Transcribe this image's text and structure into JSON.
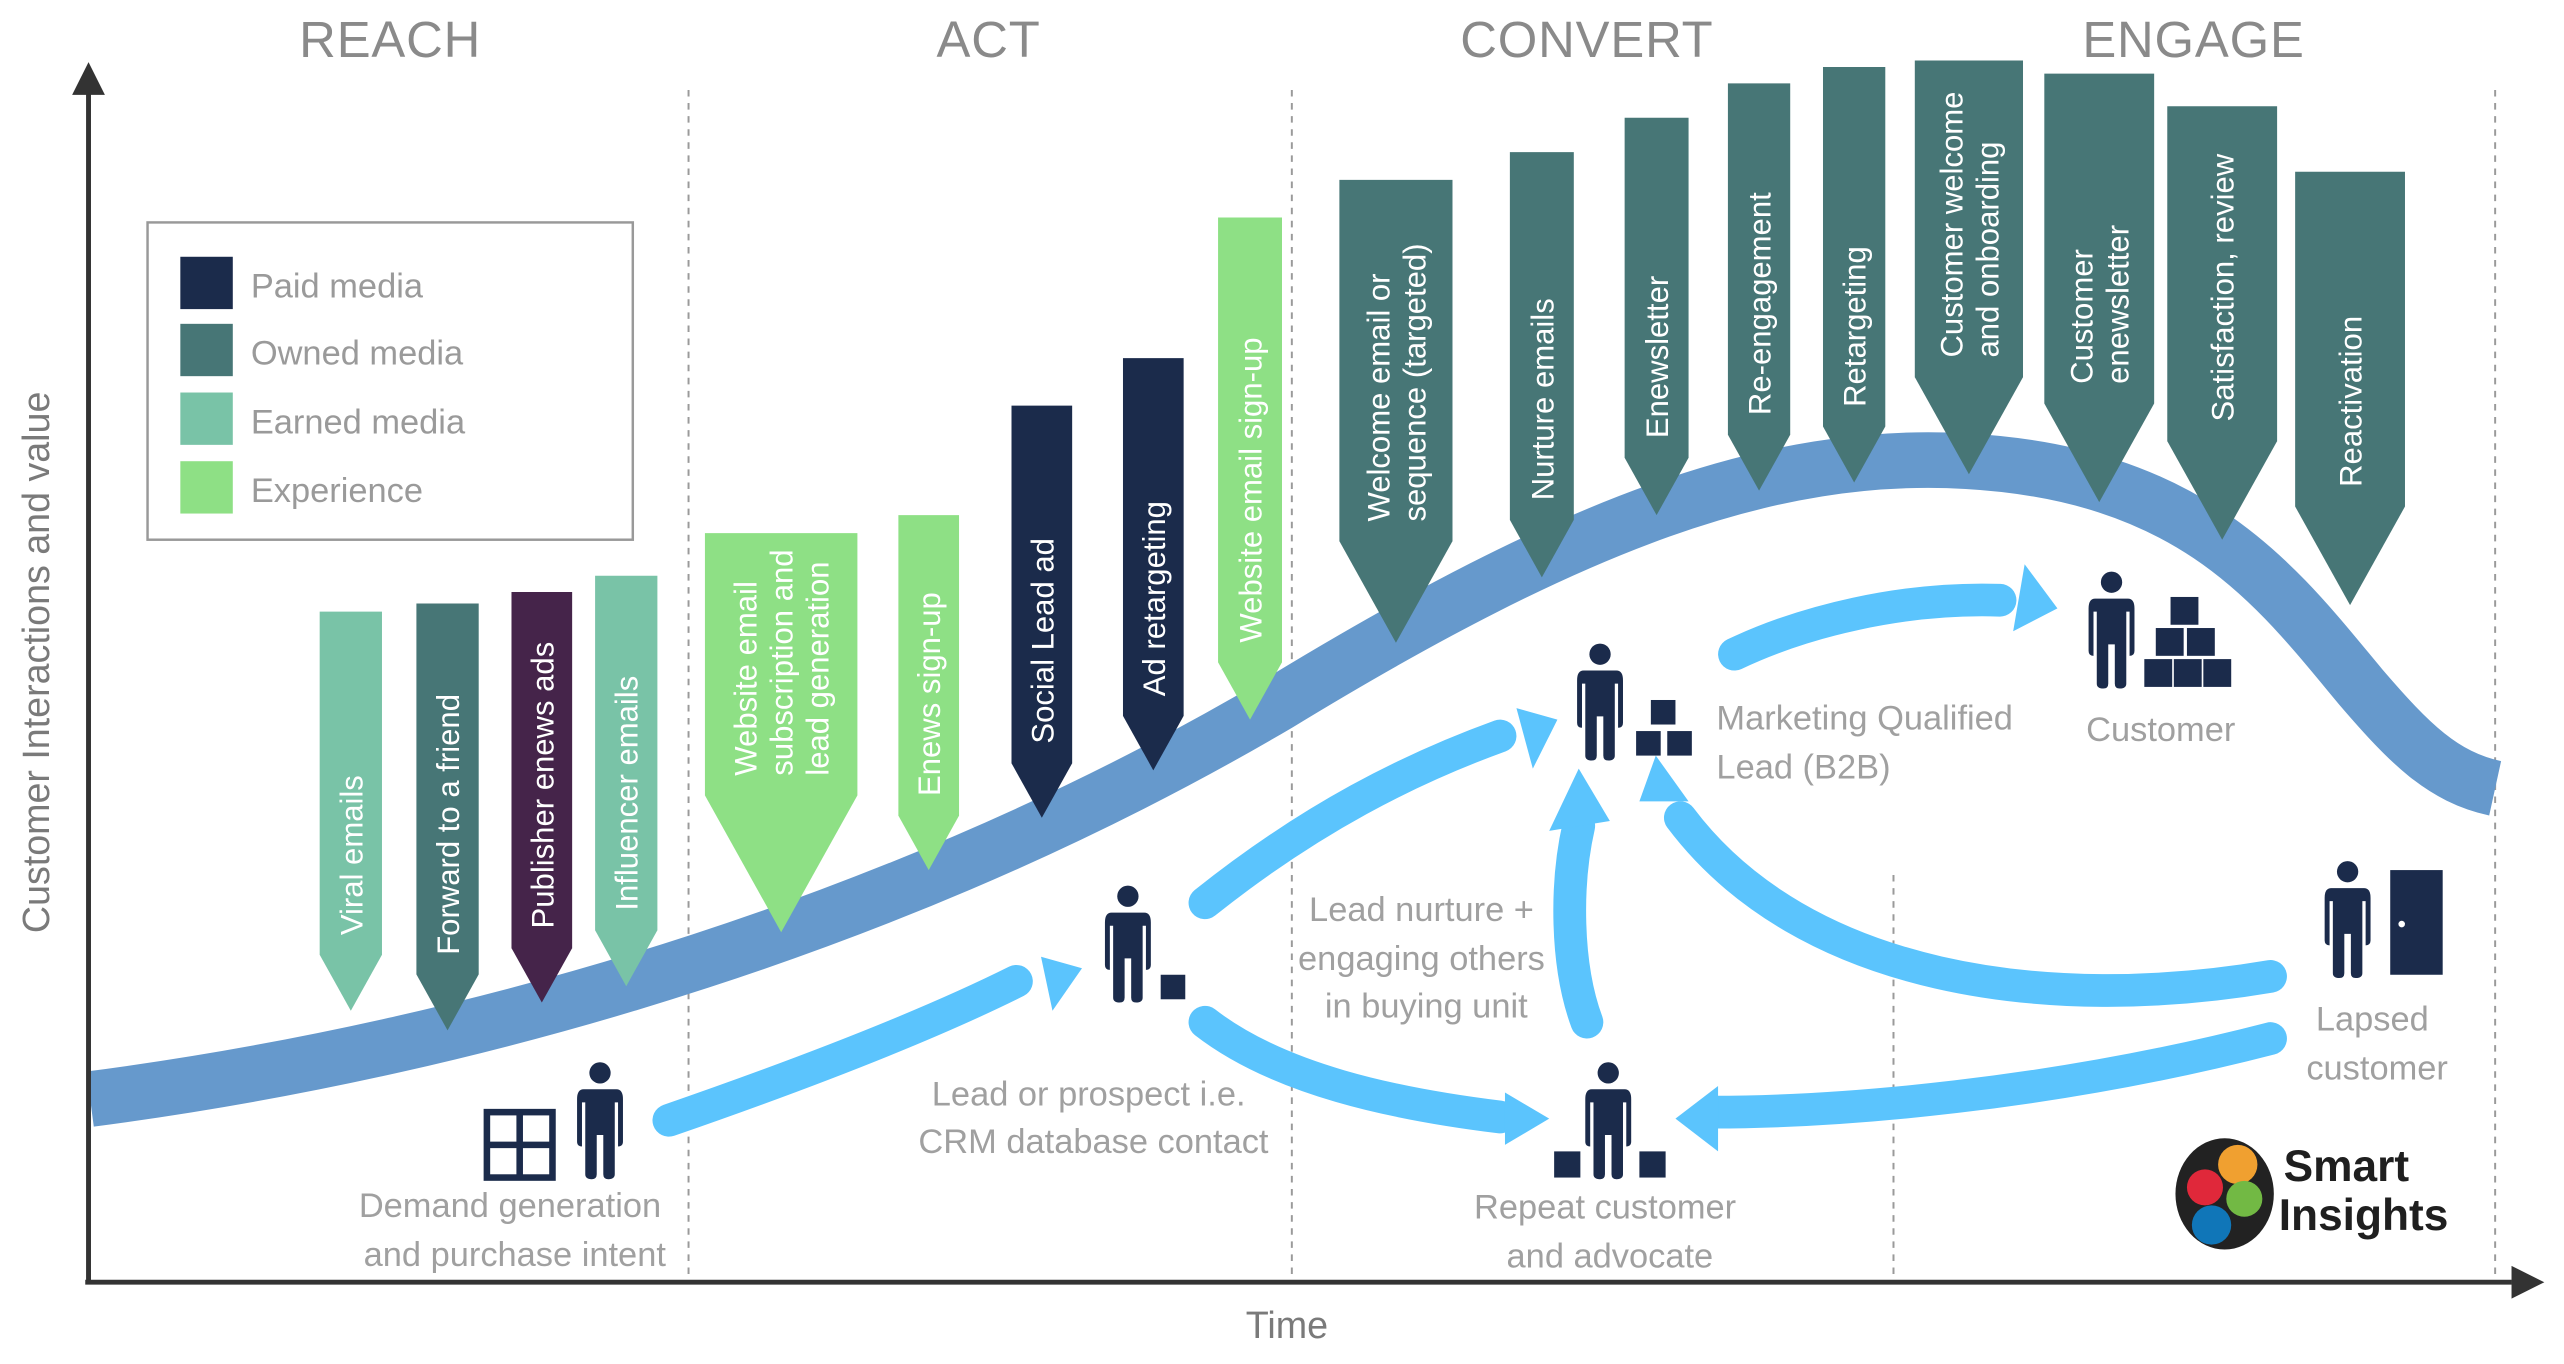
{
  "stages": [
    {
      "id": "reach",
      "label": "REACH"
    },
    {
      "id": "act",
      "label": "ACT"
    },
    {
      "id": "convert",
      "label": "CONVERT"
    },
    {
      "id": "engage",
      "label": "ENGAGE"
    }
  ],
  "axes": {
    "y_label": "Customer Interactions and value",
    "x_label": "Time"
  },
  "legend": {
    "items": [
      {
        "label": "Paid media",
        "color": "#1b2b4b"
      },
      {
        "label": "Owned media",
        "color": "#477676"
      },
      {
        "label": "Earned media",
        "color": "#79c3a7"
      },
      {
        "label": "Experience",
        "color": "#8ee085"
      }
    ]
  },
  "colors": {
    "paid": "#1b2b4b",
    "owned": "#477676",
    "earned": "#79c3a7",
    "experience": "#8ee085",
    "publisher": "#45244a",
    "curve": "#6699cc",
    "flow_arrow": "#5bc4fd",
    "icon": "#1b2b4b"
  },
  "banners": [
    {
      "lines": [
        "Viral emails"
      ],
      "type": "earned",
      "stage": "reach"
    },
    {
      "lines": [
        "Forward to a friend"
      ],
      "type": "owned",
      "stage": "reach"
    },
    {
      "lines": [
        "Publisher enews ads"
      ],
      "type": "publisher",
      "stage": "reach"
    },
    {
      "lines": [
        "Influencer emails"
      ],
      "type": "earned",
      "stage": "reach"
    },
    {
      "lines": [
        "Website email",
        "subscription and",
        "lead generation"
      ],
      "type": "experience",
      "stage": "act"
    },
    {
      "lines": [
        "Enews sign-up"
      ],
      "type": "experience",
      "stage": "act"
    },
    {
      "lines": [
        "Social  Lead ad"
      ],
      "type": "paid",
      "stage": "act"
    },
    {
      "lines": [
        "Ad retargeting"
      ],
      "type": "paid",
      "stage": "act"
    },
    {
      "lines": [
        "Website email sign-up"
      ],
      "type": "experience",
      "stage": "act"
    },
    {
      "lines": [
        "Welcome email or",
        "sequence (targeted)"
      ],
      "type": "owned",
      "stage": "convert"
    },
    {
      "lines": [
        "Nurture emails"
      ],
      "type": "owned",
      "stage": "convert"
    },
    {
      "lines": [
        "Enewsletter"
      ],
      "type": "owned",
      "stage": "convert"
    },
    {
      "lines": [
        "Re-engagement"
      ],
      "type": "owned",
      "stage": "convert"
    },
    {
      "lines": [
        "Retargeting"
      ],
      "type": "owned",
      "stage": "convert"
    },
    {
      "lines": [
        "Customer welcome",
        "and onboarding"
      ],
      "type": "owned",
      "stage": "engage"
    },
    {
      "lines": [
        "Customer",
        "enewsletter"
      ],
      "type": "owned",
      "stage": "engage"
    },
    {
      "lines": [
        "Satisfaction, review"
      ],
      "type": "owned",
      "stage": "engage"
    },
    {
      "lines": [
        "Reactivation"
      ],
      "type": "owned",
      "stage": "engage"
    }
  ],
  "nodes": [
    {
      "id": "demand",
      "lines": [
        "Demand generation",
        "and purchase intent"
      ],
      "icon": "person-window-icon"
    },
    {
      "id": "lead",
      "lines": [
        "Lead or prospect  i.e.",
        "CRM database contact"
      ],
      "icon": "person-box-icon"
    },
    {
      "id": "mql",
      "lines": [
        "Marketing Qualified",
        "Lead (B2B)"
      ],
      "icon": "person-boxes-icon"
    },
    {
      "id": "nurture",
      "lines": [
        "Lead nurture  +",
        "engaging others",
        "in buying unit"
      ],
      "icon": null
    },
    {
      "id": "repeat",
      "lines": [
        "Repeat customer",
        "and advocate"
      ],
      "icon": "person-two-boxes-icon"
    },
    {
      "id": "customer",
      "lines": [
        "Customer"
      ],
      "icon": "person-box-pyramid-icon"
    },
    {
      "id": "lapsed",
      "lines": [
        "Lapsed",
        "customer"
      ],
      "icon": "person-door-icon"
    }
  ],
  "logo": {
    "line1": "Smart",
    "line2": "Insights"
  }
}
